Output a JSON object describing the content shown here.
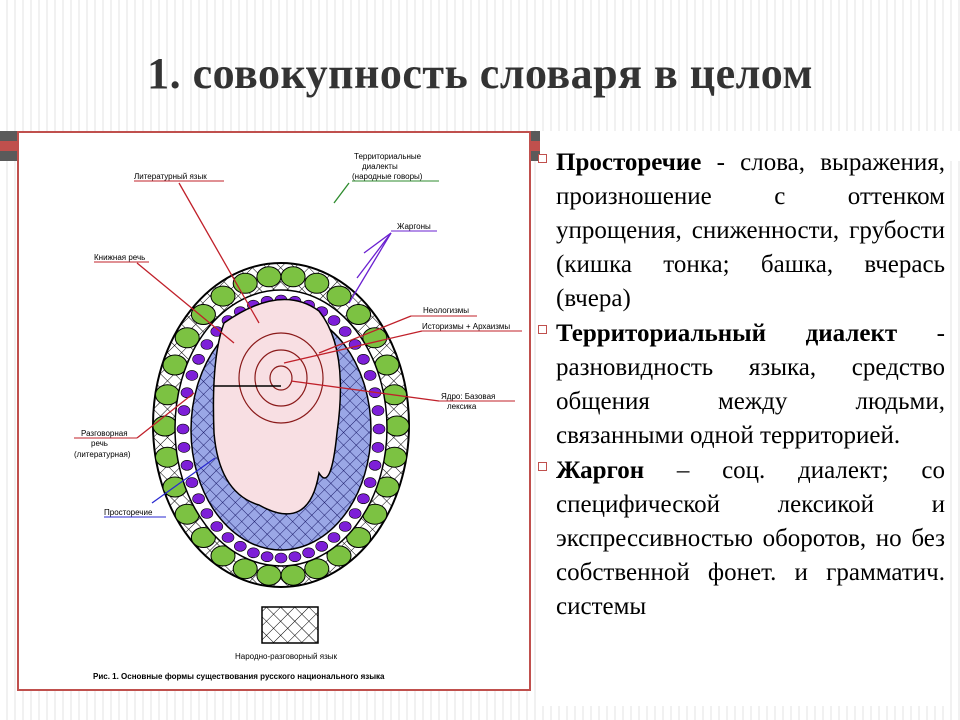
{
  "slide": {
    "title": "1. совокупность словаря в целом"
  },
  "figure": {
    "labels": {
      "territorial": "Территориальные",
      "territorial2": "диалекты",
      "territorial3": "(народные говоры)",
      "literary": "Литературный язык",
      "jargons": "Жаргоны",
      "bookish": "Книжная речь",
      "neologisms": "Неологизмы",
      "historisms": "Историзмы + Архаизмы",
      "core": "Ядро: Базовая",
      "core2": "лексика",
      "colloquial": "Разговорная",
      "colloquial2": "речь",
      "colloquial3": "(литературная)",
      "vernacular": "Просторечие",
      "legend": "Народно-разговорный язык",
      "caption": "Рис. 1. Основные формы существования русского национального языка"
    }
  },
  "text": {
    "p1_term": "Просторечие",
    "p1_body": " - слова, выражения, произношение с оттенком упрощения, сниженности, грубости (кишка тонка; башка, вчерась (вчера)",
    "p2_term": "Территориальный диалект",
    "p2_body": " - разновидность языка, средство общения между людьми, связанными одной территорией.",
    "p3_term": "Жаргон",
    "p3_body": " – соц. диалект; со специфической лексикой и экспрессивностью оборотов, но без собственной фонет. и грамматич. системы"
  },
  "colors": {
    "accent_red": "#c0504d",
    "bar_gray": "#5a5a5a",
    "green": "#7cc242",
    "purple": "#7d1fd8",
    "blue_ring": "#9aa7e6",
    "pink_core": "#f8dfe3"
  }
}
